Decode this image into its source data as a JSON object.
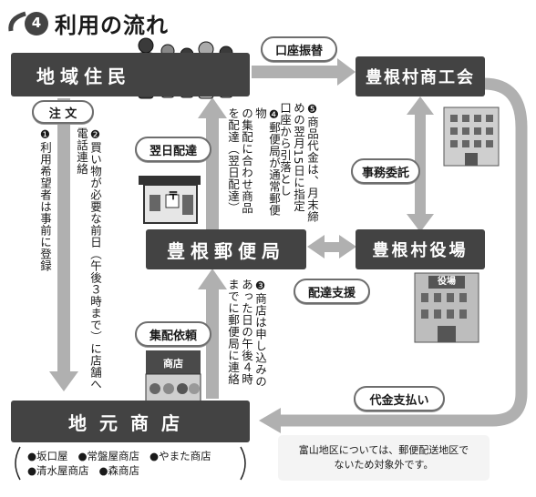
{
  "header": {
    "number": "4",
    "title": "利用の流れ"
  },
  "nodes": {
    "residents": "地域住民",
    "chamber": "豊根村商工会",
    "post_office": "豊根郵便局",
    "village_office": "豊根村役場",
    "local_shops": "地元商店"
  },
  "labels": {
    "order": "注 文",
    "account_transfer": "口座振替",
    "next_day": "翌日配達",
    "admin_delegation": "事務委託",
    "delivery_support": "配達支援",
    "collection_request": "集配依頼",
    "payment": "代金支払い",
    "office_sign": "役場",
    "shop_sign": "商店",
    "post_symbol": "〒"
  },
  "steps": [
    {
      "num": "❶",
      "text": "利用希望者は事前に登録"
    },
    {
      "num": "❷",
      "text": "買い物が必要な前日（午後３時まで）に店舗へ電話連絡"
    },
    {
      "num": "❸",
      "text_lines": [
        "商店は申し込みの",
        "あった日の午後４時",
        "までに郵便局に連絡"
      ]
    },
    {
      "num": "❹",
      "text_lines": [
        "郵便局が通常郵便物",
        "の集配に合わせ商品",
        "を配達（翌日配達）"
      ]
    },
    {
      "num": "❺",
      "text_lines": [
        "商品代金は、月末締",
        "めの翌月15日に指定",
        "口座から引落とし"
      ]
    }
  ],
  "shops": {
    "row1": [
      "●坂口屋",
      "●常盤屋商店",
      "●やまた商店"
    ],
    "row2": [
      "●清水屋商店",
      "●森商店"
    ]
  },
  "note": [
    "富山地区については、郵便配送地区で",
    "ないため対象外です。"
  ],
  "colors": {
    "box": "#434343",
    "arrow": "#a9a9a9",
    "pill_border": "#6e6e6e",
    "note_bg": "#f4f4f4"
  }
}
